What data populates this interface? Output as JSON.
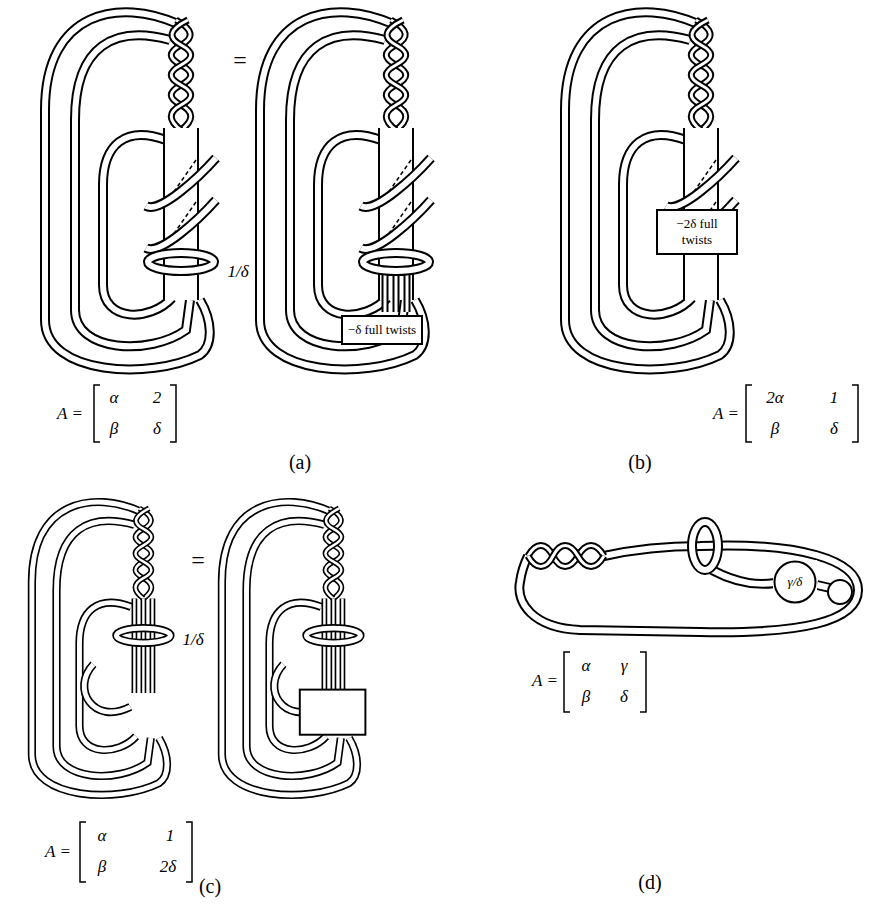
{
  "diagram": {
    "nodes": [
      {
        "text": [
          "−δ full twists"
        ]
      },
      {
        "text": [
          "−2δ full twists"
        ]
      },
      {
        "text": [
          "γ/δ"
        ]
      }
    ],
    "labels": [
      "=",
      "1/δ",
      "A =",
      "α",
      "2",
      "β",
      "δ",
      "(a)",
      "A =",
      "2α",
      "1",
      "β",
      "δ",
      "(b)",
      "=",
      "1/δ",
      "A =",
      "α",
      "1",
      "β",
      "2δ",
      "(c)",
      "A =",
      "α",
      "γ",
      "β",
      "δ",
      "(d)"
    ]
  }
}
